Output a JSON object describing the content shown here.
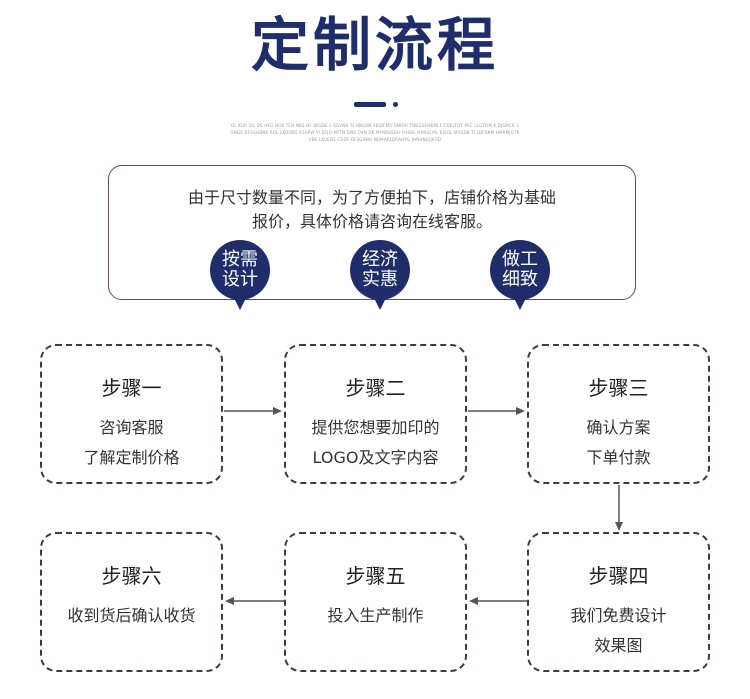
{
  "header": {
    "title": "定制流程",
    "subtitle": "OL KOR SIL DS HKG HOK TCH NKS DF BKSDE L SOVNH SCHNSON SEIDFMO SNOHI TWESSEMEMLF CDELTOT PSC LLGTOM K DJSMCR SONGS DFSGHBNK ROL LKOSNO KSAPW YI DFJO MFTN DNS OVN DK MFNRSSDU YHSRL HXNSCML KJSOL MGSDK TCLDFSNM HMRMJOTRVBK LKUEDS CDDF DFSGHNH NDMAKLDRAHYG JHNHNJGJKGD"
  },
  "notice": {
    "line1": "由于尺寸数量不同，为了方便拍下，店铺价格为基础",
    "line2": "报价，具体价格请咨询在线客服。"
  },
  "badges": [
    {
      "line1": "按需",
      "line2": "设计"
    },
    {
      "line1": "经济",
      "line2": "实惠"
    },
    {
      "line1": "做工",
      "line2": "细致"
    }
  ],
  "steps": [
    {
      "name": "步骤一",
      "line1": "咨询客服",
      "line2": "了解定制价格"
    },
    {
      "name": "步骤二",
      "line1": "提供您想要加印的",
      "line2": "LOGO及文字内容"
    },
    {
      "name": "步骤三",
      "line1": "确认方案",
      "line2": "下单付款"
    },
    {
      "name": "步骤四",
      "line1": "我们免费设计",
      "line2": "效果图"
    },
    {
      "name": "步骤五",
      "line1": "投入生产制作",
      "line2": ""
    },
    {
      "name": "步骤六",
      "line1": "收到货后确认收货",
      "line2": ""
    }
  ],
  "colors": {
    "navy": "#1f2d6b",
    "border": "#4a3540",
    "arrow": "#555555"
  }
}
